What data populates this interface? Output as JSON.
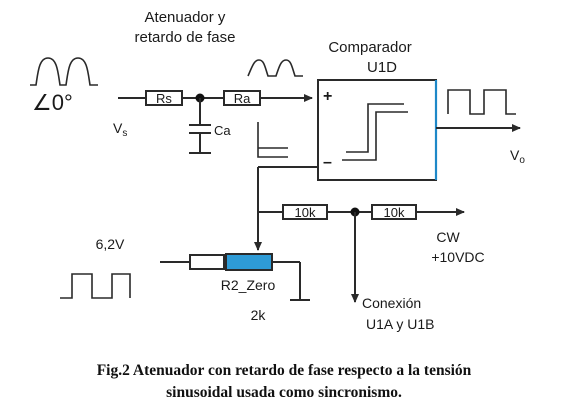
{
  "labels": {
    "attenuator_line1": "Atenuador y",
    "attenuator_line2": "retardo de fase",
    "comparator_line1": "Comparador",
    "comparator_line2": "U1D",
    "angle": "∠0°",
    "vs": "V",
    "vs_sub": "s",
    "vo": "V",
    "vo_sub": "o",
    "rs": "Rs",
    "ra": "Ra",
    "ca": "Ca",
    "plus": "+",
    "minus": "–",
    "r_10k_1": "10k",
    "r_10k_2": "10k",
    "cw": "CW",
    "vdc": "+10VDC",
    "v62": "6,2V",
    "r2": "R2_Zero",
    "r2_value": "2k",
    "conexion_line1": "Conexión",
    "conexion_line2": "U1A y U1B"
  },
  "caption": {
    "line1": "Fig.2 Atenuador con retardo de fase respecto a la tensión",
    "line2": "sinusoidal usada como sincronismo."
  },
  "colors": {
    "wire": "#2a2a2a",
    "comparator_edge": "#1e88c8",
    "potentiometer_fill": "#2e9bd6"
  }
}
